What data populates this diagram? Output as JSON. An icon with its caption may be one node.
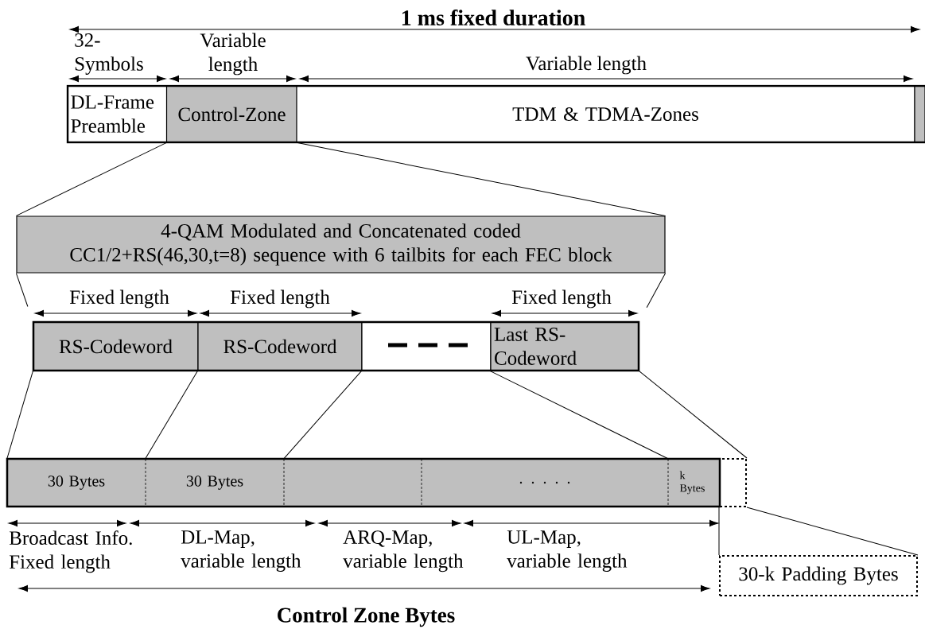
{
  "diagram": {
    "nodes": [
      {
        "text": [
          "DL-Frame Preamble"
        ]
      },
      {
        "text": [
          "Control-Zone"
        ]
      },
      {
        "text": [
          "TDM & TDMA-Zones"
        ]
      },
      {
        "text": [],
        "shape": "box"
      },
      {
        "text": [
          "4-QAM Modulated and Concatenated coded CC1/2+RS(46,30,t=8) sequence with 6 tailbits for each FEC block"
        ]
      },
      {
        "text": [
          "RS-Codeword"
        ]
      },
      {
        "text": [
          "RS-Codeword"
        ]
      },
      {
        "text": [],
        "shape": "box"
      },
      {
        "text": [
          "Last RS-Codeword"
        ]
      },
      {
        "text": [
          "30 Bytes"
        ]
      },
      {
        "text": [
          "30 Bytes"
        ]
      },
      {
        "text": [],
        "shape": "box"
      },
      {
        "text": [
          ". . . . ."
        ]
      },
      {
        "text": [
          "k Bytes"
        ]
      },
      {
        "text": [],
        "shape": "box"
      },
      {
        "text": [
          "30-k Padding Bytes"
        ]
      }
    ],
    "edges": [
      {
        "from": 1,
        "to": 4,
        "arrow": "none"
      },
      {
        "from": 1,
        "to": 4,
        "arrow": "none"
      },
      {
        "from": 4,
        "to": 5,
        "arrow": "none"
      },
      {
        "from": 4,
        "to": 8,
        "arrow": "none"
      },
      {
        "from": 5,
        "to": 9,
        "arrow": "none"
      },
      {
        "from": 6,
        "to": 10,
        "arrow": "none"
      },
      {
        "from": 7,
        "to": 11,
        "arrow": "none"
      },
      {
        "from": 8,
        "to": 13,
        "arrow": "none"
      },
      {
        "from": 8,
        "to": 14,
        "arrow": "none"
      },
      {
        "from": 14,
        "to": 15,
        "arrow": "none"
      },
      {
        "from": 14,
        "to": 15,
        "arrow": "none"
      }
    ],
    "labels": [
      "1 ms fixed duration",
      "32- Symbols",
      "Variable length",
      "Variable length",
      "Fixed length",
      "Fixed length",
      "Fixed length",
      "Broadcast Info. Fixed length",
      "DL-Map, variable length",
      "ARQ-Map, variable length",
      "UL-Map, variable length",
      "Control Zone Bytes"
    ]
  }
}
